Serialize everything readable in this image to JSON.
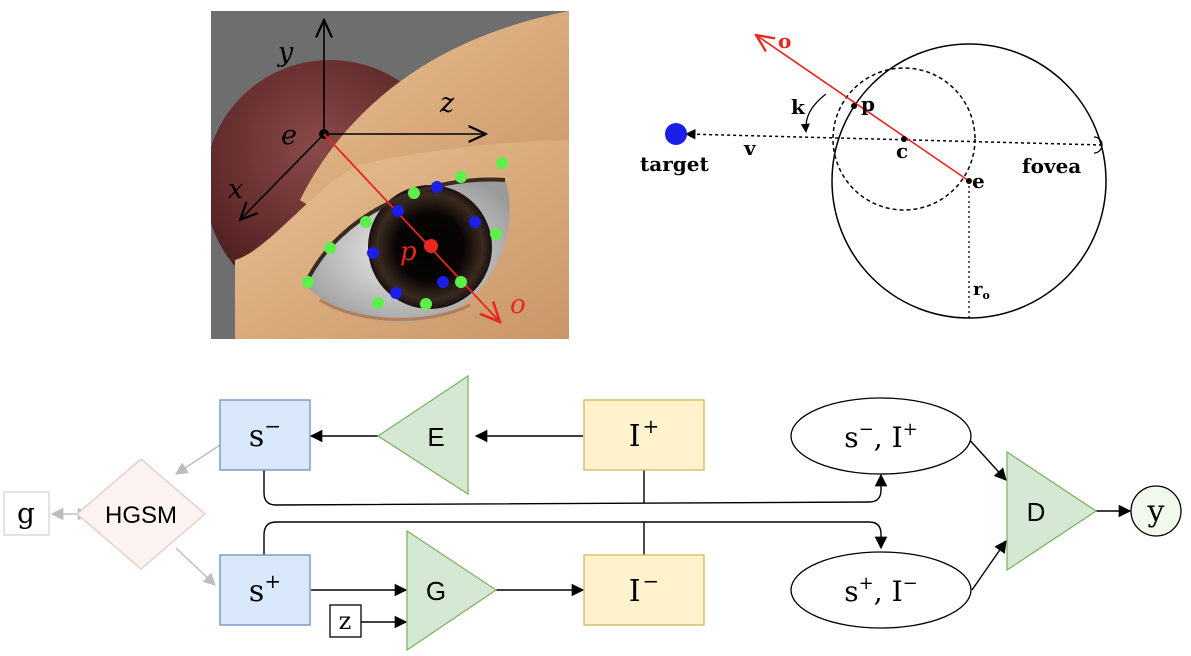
{
  "eye_render": {
    "axis_labels": {
      "y": "y",
      "z": "z",
      "x": "x",
      "origin": "e"
    },
    "pupil_label": "p",
    "gaze_label": "o",
    "colors": {
      "gaze": "#e8261c",
      "landmark_outer": "#5ef04a",
      "landmark_iris": "#1a1ee6",
      "background": "#6e6e6e"
    }
  },
  "geometry_diagram": {
    "labels": {
      "optical_axis": "o",
      "pupil": "p",
      "kappa": "k",
      "cornea_center": "c",
      "eyeball_center": "e",
      "visual_axis": "v",
      "target": "target",
      "fovea": "fovea",
      "radius": "r",
      "radius_sub": "o"
    },
    "colors": {
      "optical_axis": "#e8261c",
      "target": "#1a1ee6"
    }
  },
  "pipeline": {
    "nodes": {
      "s_minus": {
        "base": "s",
        "sup": "−"
      },
      "s_plus": {
        "base": "s",
        "sup": "+"
      },
      "i_plus": {
        "base": "I",
        "sup": "+"
      },
      "i_minus": {
        "base": "I",
        "sup": "−"
      },
      "encoder": "E",
      "generator": "G",
      "discriminator": "D",
      "hgsm": "HGSM",
      "g": "g",
      "z": "z",
      "y": "y",
      "pair_neg": {
        "s": "s",
        "s_sup": "−",
        "sep": ", ",
        "i": "I",
        "i_sup": "+"
      },
      "pair_pos": {
        "s": "s",
        "s_sup": "+",
        "sep": ", ",
        "i": "I",
        "i_sup": "−"
      }
    },
    "colors": {
      "s_fill": "#dae8fc",
      "s_stroke": "#6c8ebf",
      "i_fill": "#fff2cc",
      "i_stroke": "#d6b656",
      "net_fill": "#d5e8d4",
      "net_stroke": "#82b366",
      "hgsm_fill": "#fdf3f1",
      "hgsm_stroke": "#e8c9c4",
      "y_fill": "#f1f8ec"
    }
  }
}
